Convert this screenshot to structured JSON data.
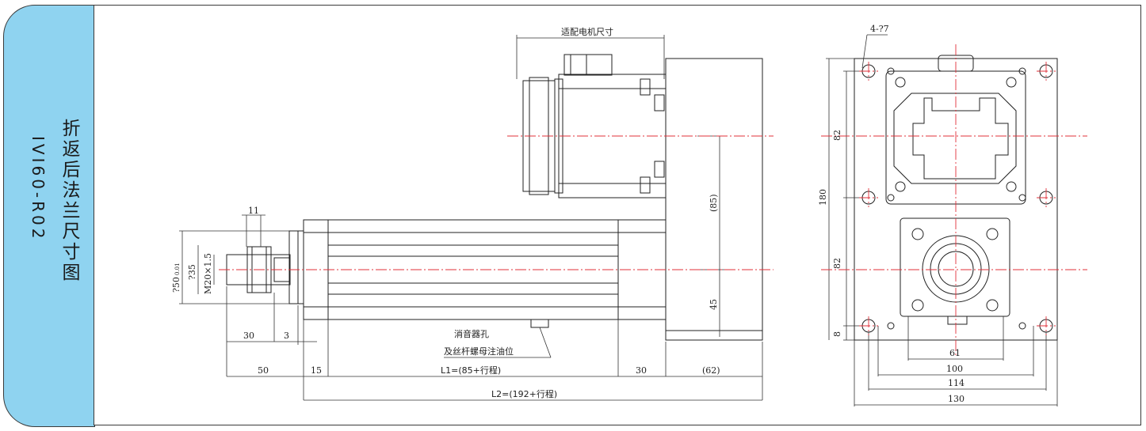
{
  "side": {
    "title": "折返后法兰尺寸图",
    "model": "IVI60-R02"
  },
  "drawing": {
    "motor_label": "适配电机尺寸",
    "hole_label": "4-?7",
    "note_line1": "消音器孔",
    "note_line2": "及丝杆螺母注油位",
    "dims_side": {
      "d11": "11",
      "d50dia": "?50",
      "d50tol": "0.01",
      "d35": "?35",
      "m20": "M20×1.5",
      "d30a": "30",
      "d3": "3",
      "d50": "50",
      "d15": "15",
      "L1": "L1=(85+行程)",
      "d30b": "30",
      "d62": "(62)",
      "L2": "L2=(192+行程)",
      "d85": "(85)",
      "d45": "45"
    },
    "dims_end": {
      "d82a": "82",
      "d82b": "82",
      "d180": "180",
      "d8": "8",
      "d61": "61",
      "d100": "100",
      "d114": "114",
      "d130": "130"
    },
    "colors": {
      "line": "#222222",
      "center": "#e0303a",
      "tab": "#8fd3f0"
    }
  }
}
